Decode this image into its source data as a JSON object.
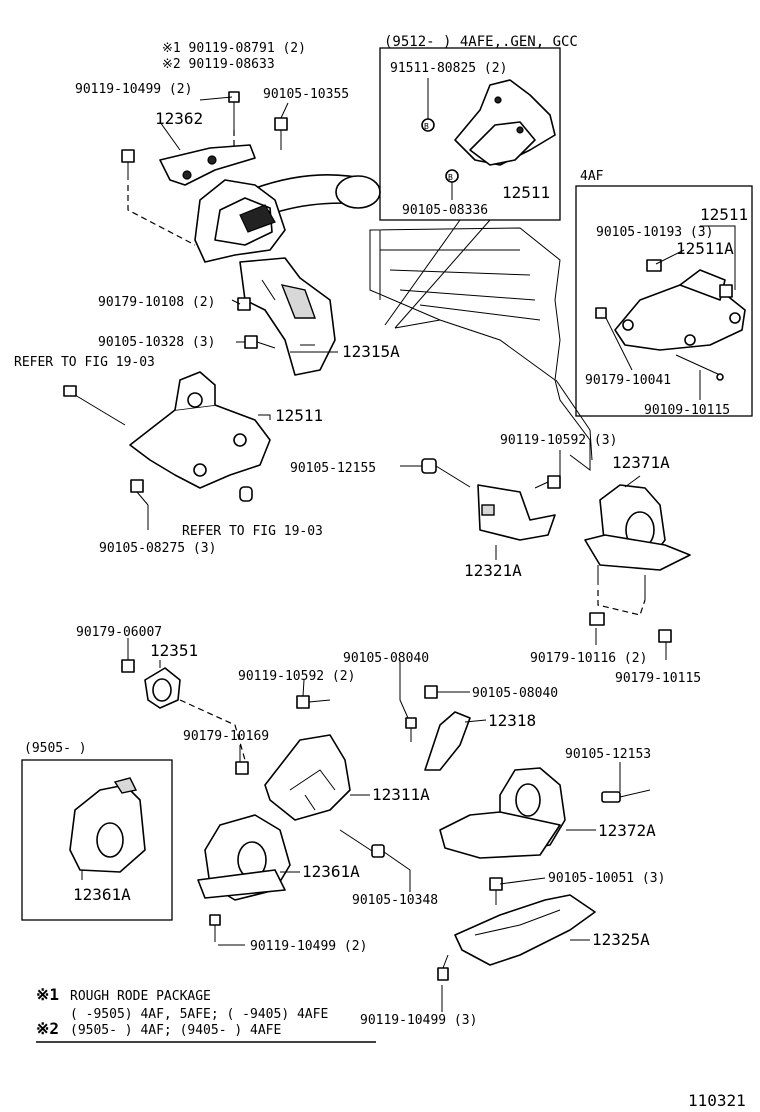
{
  "labels": {
    "note1_mark": "※1 90119-08791 (2)",
    "note2_mark": "※2 90119-08633",
    "p_90119_10499_top": "90119-10499 (2)",
    "p_90105_10355": "90105-10355",
    "p_12362": "12362",
    "inset_9512_title": "(9512-         ) 4AFE,.GEN, GCC",
    "p_91511_80825": "91511-80825 (2)",
    "p_12511_inset": "12511",
    "p_90105_08336": "90105-08336",
    "inset_4af_title": "4AF",
    "p_90105_10193": "90105-10193 (3)",
    "p_12511_4af": "12511",
    "p_12511A": "12511A",
    "p_90179_10041": "90179-10041",
    "p_90109_10115": "90109-10115",
    "p_90179_10108": "90179-10108 (2)",
    "p_90105_10328": "90105-10328 (3)",
    "p_12315A": "12315A",
    "refer_fig_top": "REFER TO FIG 19-03",
    "p_12511_main": "12511",
    "refer_fig_bottom": "REFER TO FIG 19-03",
    "p_90105_08275": "90105-08275 (3)",
    "p_90119_10592_right": "90119-10592 (3)",
    "p_90105_12155": "90105-12155",
    "p_12371A": "12371A",
    "p_12321A": "12321A",
    "p_90179_06007": "90179-06007",
    "p_12351": "12351",
    "p_90105_08040_top": "90105-08040",
    "p_90119_10592_mid": "90119-10592 (2)",
    "p_90105_08040_right": "90105-08040",
    "p_90179_10116": "90179-10116 (2)",
    "p_90179_10115": "90179-10115",
    "p_12318": "12318",
    "inset_9505_title": "(9505-        )",
    "p_90179_10169": "90179-10169",
    "p_90105_12153": "90105-12153",
    "p_12311A": "12311A",
    "p_12372A": "12372A",
    "p_12361A_inset": "12361A",
    "p_12361A_main": "12361A",
    "p_90105_10051": "90105-10051 (3)",
    "p_90105_10348": "90105-10348",
    "p_12325A": "12325A",
    "p_90119_10499_bottom": "90119-10499 (2)",
    "p_90119_10499_br": "90119-10499 (3)",
    "footnote1_mark": "※1",
    "footnote1_text": "ROUGH RODE PACKAGE",
    "footnote1_line2": "(       -9505) 4AF, 5AFE; (      -9405) 4AFE",
    "footnote2_mark": "※2",
    "footnote2_text": "(9505-         ) 4AF; (9405-         ) 4AFE",
    "figure_number": "110321"
  },
  "colors": {
    "ink": "#000000",
    "paper": "#ffffff"
  }
}
